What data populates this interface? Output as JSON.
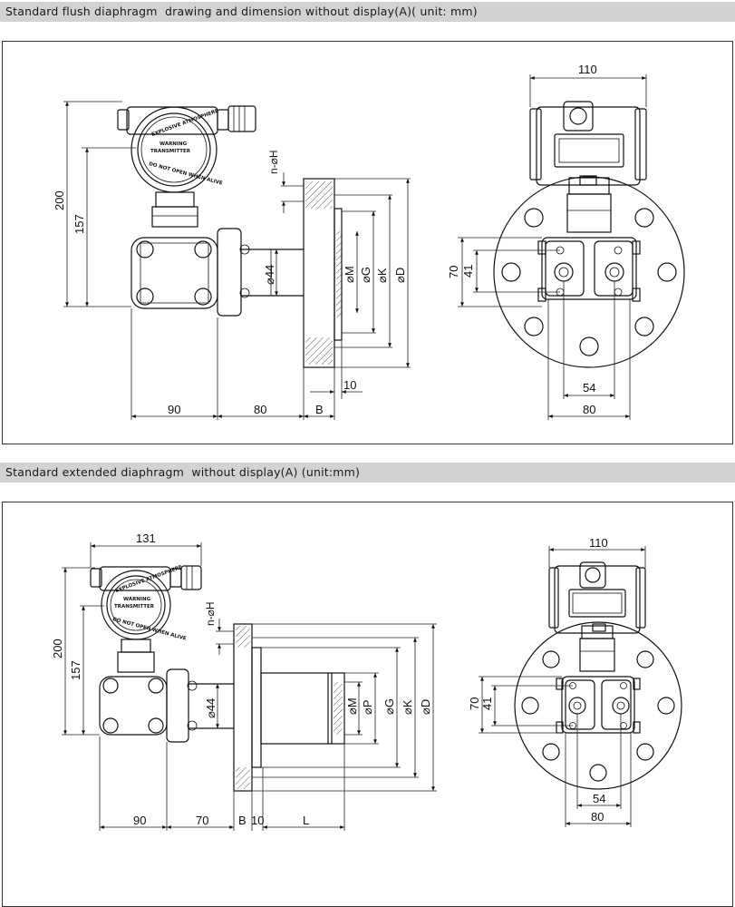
{
  "sections": [
    {
      "title": "Standard flush diaphragm  drawing and dimension without display(A)( unit: mm)",
      "dims": {
        "h200": "200",
        "h157": "157",
        "d44": "⌀44",
        "nH": "n-⌀H",
        "M": "⌀M",
        "G": "⌀G",
        "K": "⌀K",
        "D": "⌀D",
        "w90": "90",
        "w80": "80",
        "wB": "B",
        "w10": "10",
        "w110": "110",
        "h70": "70",
        "h41": "41",
        "w54": "54",
        "w80b": "80"
      }
    },
    {
      "title": "Standard extended diaphragm  without display(A) (unit:mm)",
      "dims": {
        "w131": "131",
        "h200": "200",
        "h157": "157",
        "d44": "⌀44",
        "nH": "n-⌀H",
        "M": "⌀M",
        "P": "⌀P",
        "G": "⌀G",
        "K": "⌀K",
        "D": "⌀D",
        "w90": "90",
        "w70": "70",
        "wB": "B",
        "w10": "10",
        "wL": "L",
        "w110": "110",
        "h70": "70",
        "h41": "41",
        "w54": "54",
        "w80b": "80"
      }
    }
  ],
  "housing_text": [
    "EXPLOSIVE ATMOSPHERE",
    "WARNING",
    "TRANSMITTER",
    "DO NOT OPEN WHEN ALIVE"
  ],
  "colors": {
    "header_bg": "#d2d2d2",
    "line": "#111111",
    "panel_border": "#333333"
  }
}
